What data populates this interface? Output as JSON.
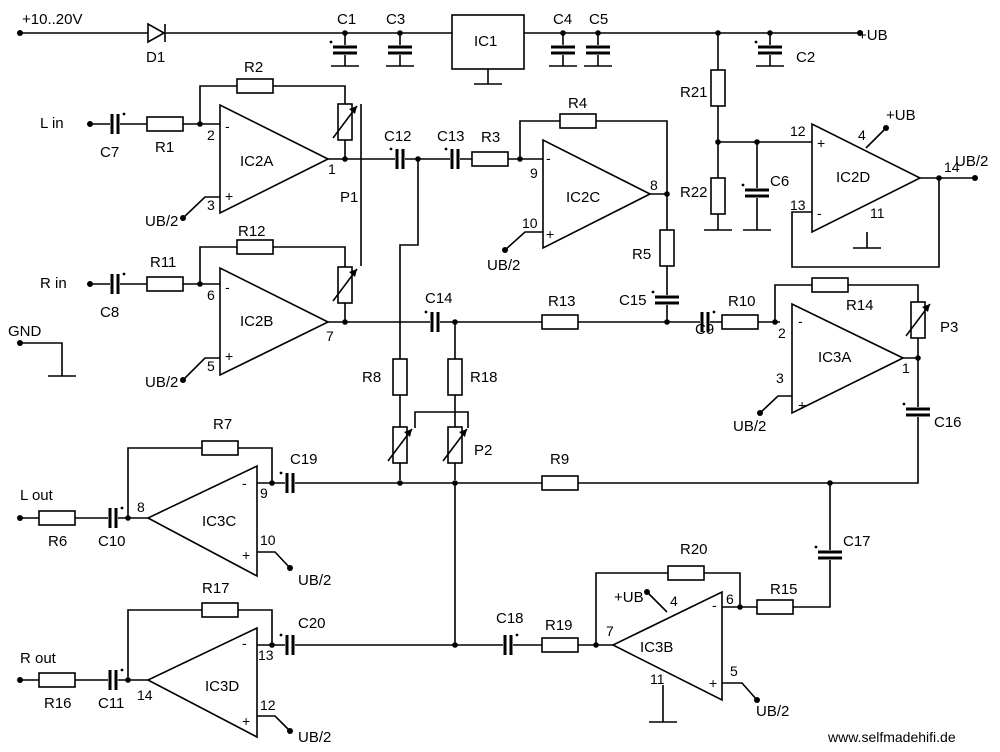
{
  "supply": {
    "input": "+10..20V",
    "output": "+UB",
    "regulator": "IC1",
    "diode": "D1",
    "caps": [
      "C1",
      "C3",
      "C4",
      "C5",
      "C2"
    ]
  },
  "bias": {
    "resistors": [
      "R21",
      "R22"
    ],
    "cap": "C6",
    "opamp": "IC2D",
    "supply": "+UB",
    "output": "UB/2",
    "pins": [
      "12",
      "13",
      "14",
      "4",
      "11"
    ]
  },
  "ground": "GND",
  "inputs": {
    "left": "L in",
    "right": "R in"
  },
  "outputs": {
    "left": "L out",
    "right": "R out"
  },
  "opamps": {
    "IC2A": {
      "label": "IC2A",
      "pins": [
        "2",
        "3",
        "1"
      ],
      "ref": "UB/2"
    },
    "IC2B": {
      "label": "IC2B",
      "pins": [
        "6",
        "5",
        "7"
      ],
      "ref": "UB/2"
    },
    "IC2C": {
      "label": "IC2C",
      "pins": [
        "9",
        "10",
        "8"
      ],
      "ref": "UB/2"
    },
    "IC3A": {
      "label": "IC3A",
      "pins": [
        "2",
        "3",
        "1"
      ],
      "ref": "UB/2"
    },
    "IC3B": {
      "label": "IC3B",
      "pins": [
        "7",
        "5",
        "6",
        "4",
        "11"
      ],
      "ref": "UB/2",
      "supply": "+UB"
    },
    "IC3C": {
      "label": "IC3C",
      "pins": [
        "9",
        "10",
        "8"
      ],
      "ref": "UB/2"
    },
    "IC3D": {
      "label": "IC3D",
      "pins": [
        "13",
        "12",
        "14"
      ],
      "ref": "UB/2"
    }
  },
  "resistors": [
    "R1",
    "R2",
    "R3",
    "R4",
    "R5",
    "R6",
    "R7",
    "R8",
    "R9",
    "R10",
    "R11",
    "R12",
    "R13",
    "R14",
    "R15",
    "R16",
    "R17",
    "R18",
    "R19",
    "R20"
  ],
  "capacitors": [
    "C7",
    "C8",
    "C9",
    "C10",
    "C11",
    "C12",
    "C13",
    "C14",
    "C15",
    "C16",
    "C17",
    "C18",
    "C19",
    "C20"
  ],
  "pots": [
    "P1",
    "P2",
    "P3"
  ],
  "opamp_symbols": {
    "minus": "-",
    "plus": "+"
  },
  "watermark": "www.selfmadehifi.de"
}
